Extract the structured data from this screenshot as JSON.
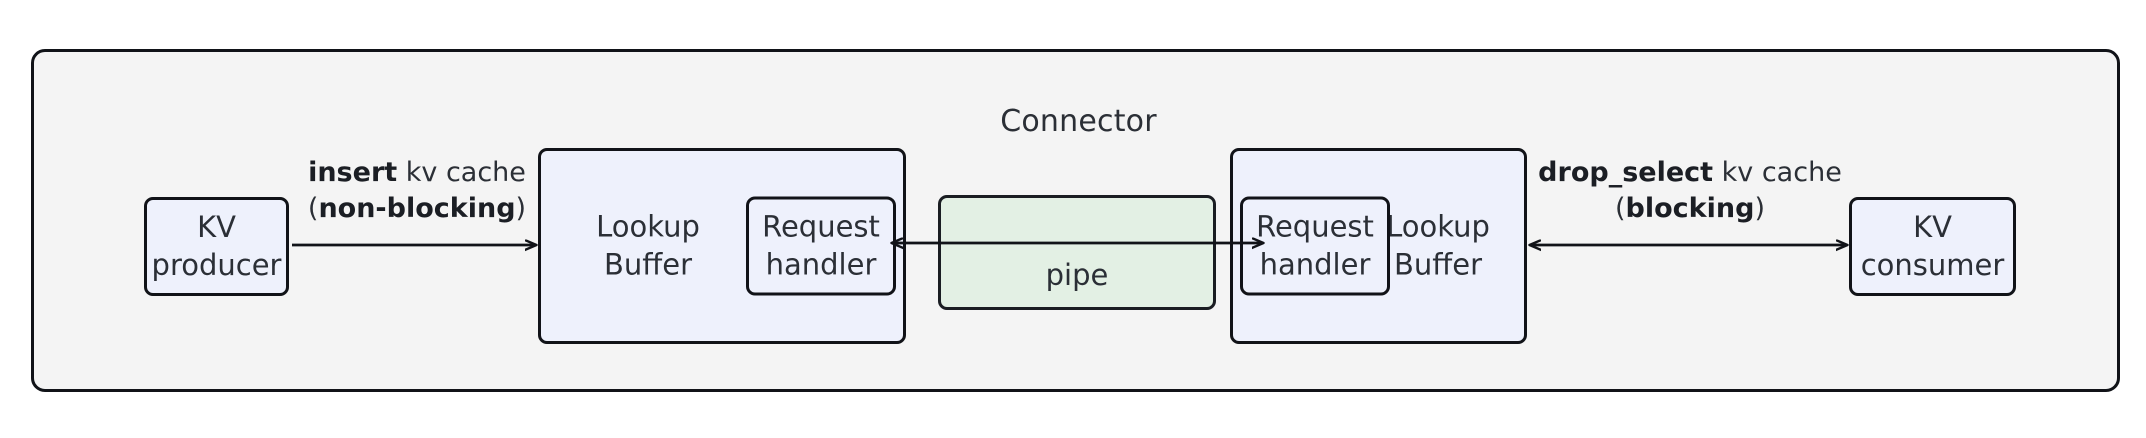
{
  "diagram": {
    "title": "Connector",
    "colors": {
      "container_fill": "#f4f4f4",
      "node_fill": "#eef1fc",
      "pipe_fill": "#e3f0e4",
      "stroke": "#111318",
      "text": "#2b2f36"
    },
    "nodes": {
      "kv_producer": "KV\nproducer",
      "kv_consumer": "KV\nconsumer",
      "lookup_buffer_left": "Lookup\nBuffer",
      "lookup_buffer_right": "Lookup\nBuffer",
      "request_handler_left": "Request\nhandler",
      "request_handler_right": "Request\nhandler",
      "pipe": "pipe"
    },
    "edges": {
      "insert": {
        "line1_bold": "insert",
        "line1_rest": " kv cache",
        "line2_prefix": "(",
        "line2_bold": "non-blocking",
        "line2_suffix": ")",
        "direction": "right"
      },
      "drop_select": {
        "line1_bold": "drop_select",
        "line1_rest": " kv cache",
        "line2_prefix": "(",
        "line2_bold": "blocking",
        "line2_suffix": ")",
        "direction": "bidirectional"
      },
      "pipe_transfer": {
        "direction": "bidirectional"
      }
    }
  }
}
